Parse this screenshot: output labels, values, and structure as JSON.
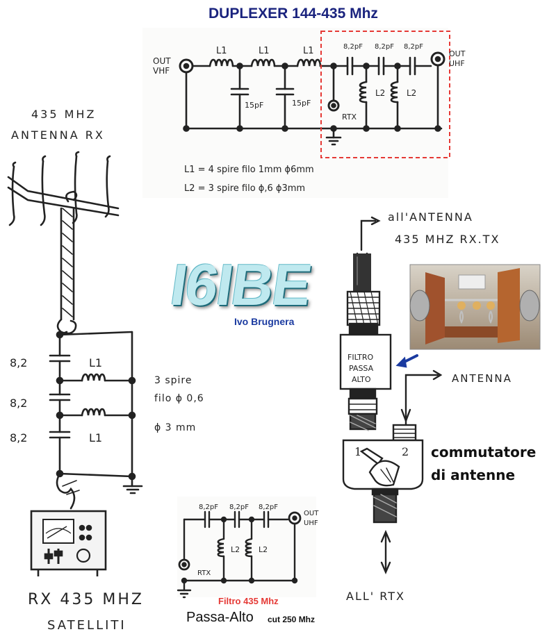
{
  "title": "DUPLEXER 144-435 Mhz",
  "logo": "I6IBE",
  "author": "Ivo Brugnera",
  "duplexer": {
    "in_label_1": "OUT",
    "in_label_2": "VHF",
    "out_label_1": "OUT",
    "out_label_2": "UHF",
    "l1_a": "L1",
    "l1_b": "L1",
    "l1_c": "L1",
    "cap_1": "15pF",
    "cap_2": "15pF",
    "cap_top_1": "8,2pF",
    "cap_top_2": "8,2pF",
    "cap_top_3": "8,2pF",
    "l2_a": "L2",
    "l2_b": "L2",
    "rtx": "RTX",
    "note_l1": "L1 = 4 spire filo 1mm ϕ6mm",
    "note_l2": "L2 = 3 spire filo ϕ,6 ϕ3mm"
  },
  "antenna_rx": {
    "title_1": "435 MHZ",
    "title_2": "ANTENNA RX",
    "cap_1": "8,2",
    "cap_2": "8,2",
    "cap_3": "8,2",
    "l1_top": "L1",
    "l1_bottom": "L1",
    "note_1": "3 spire",
    "note_2": "filo ϕ 0,6",
    "note_3": "ϕ 3 mm",
    "caption_1": "RX 435 MHZ",
    "caption_2": "SATELLITI"
  },
  "right": {
    "antenna_1": "all'ANTENNA",
    "antenna_2": "435 MHZ RX.TX",
    "filter_1": "FILTRO",
    "filter_2": "PASSA",
    "filter_3": "ALTO",
    "antenna_label": "ANTENNA",
    "pos_1": "1",
    "pos_2": "2",
    "switch_label_1": "commutatore",
    "switch_label_2": "di antenne",
    "rtx_label": "ALL' RTX"
  },
  "small_filter": {
    "cap_1": "8,2pF",
    "cap_2": "8,2pF",
    "cap_3": "8,2pF",
    "out_1": "OUT",
    "out_2": "UHF",
    "l2_a": "L2",
    "l2_b": "L2",
    "rtx": "RTX",
    "red_label": "Filtro 435 Mhz",
    "label": "Passa-Alto",
    "cut": "cut 250 Mhz"
  },
  "colors": {
    "title": "#1a237e",
    "logo_fill": "#bfe9ef",
    "logo_shadow": "#1d6b7a",
    "author": "#1a3aa0",
    "dashed_box": "#e53935",
    "red_label": "#e53935",
    "ink": "#222222"
  }
}
